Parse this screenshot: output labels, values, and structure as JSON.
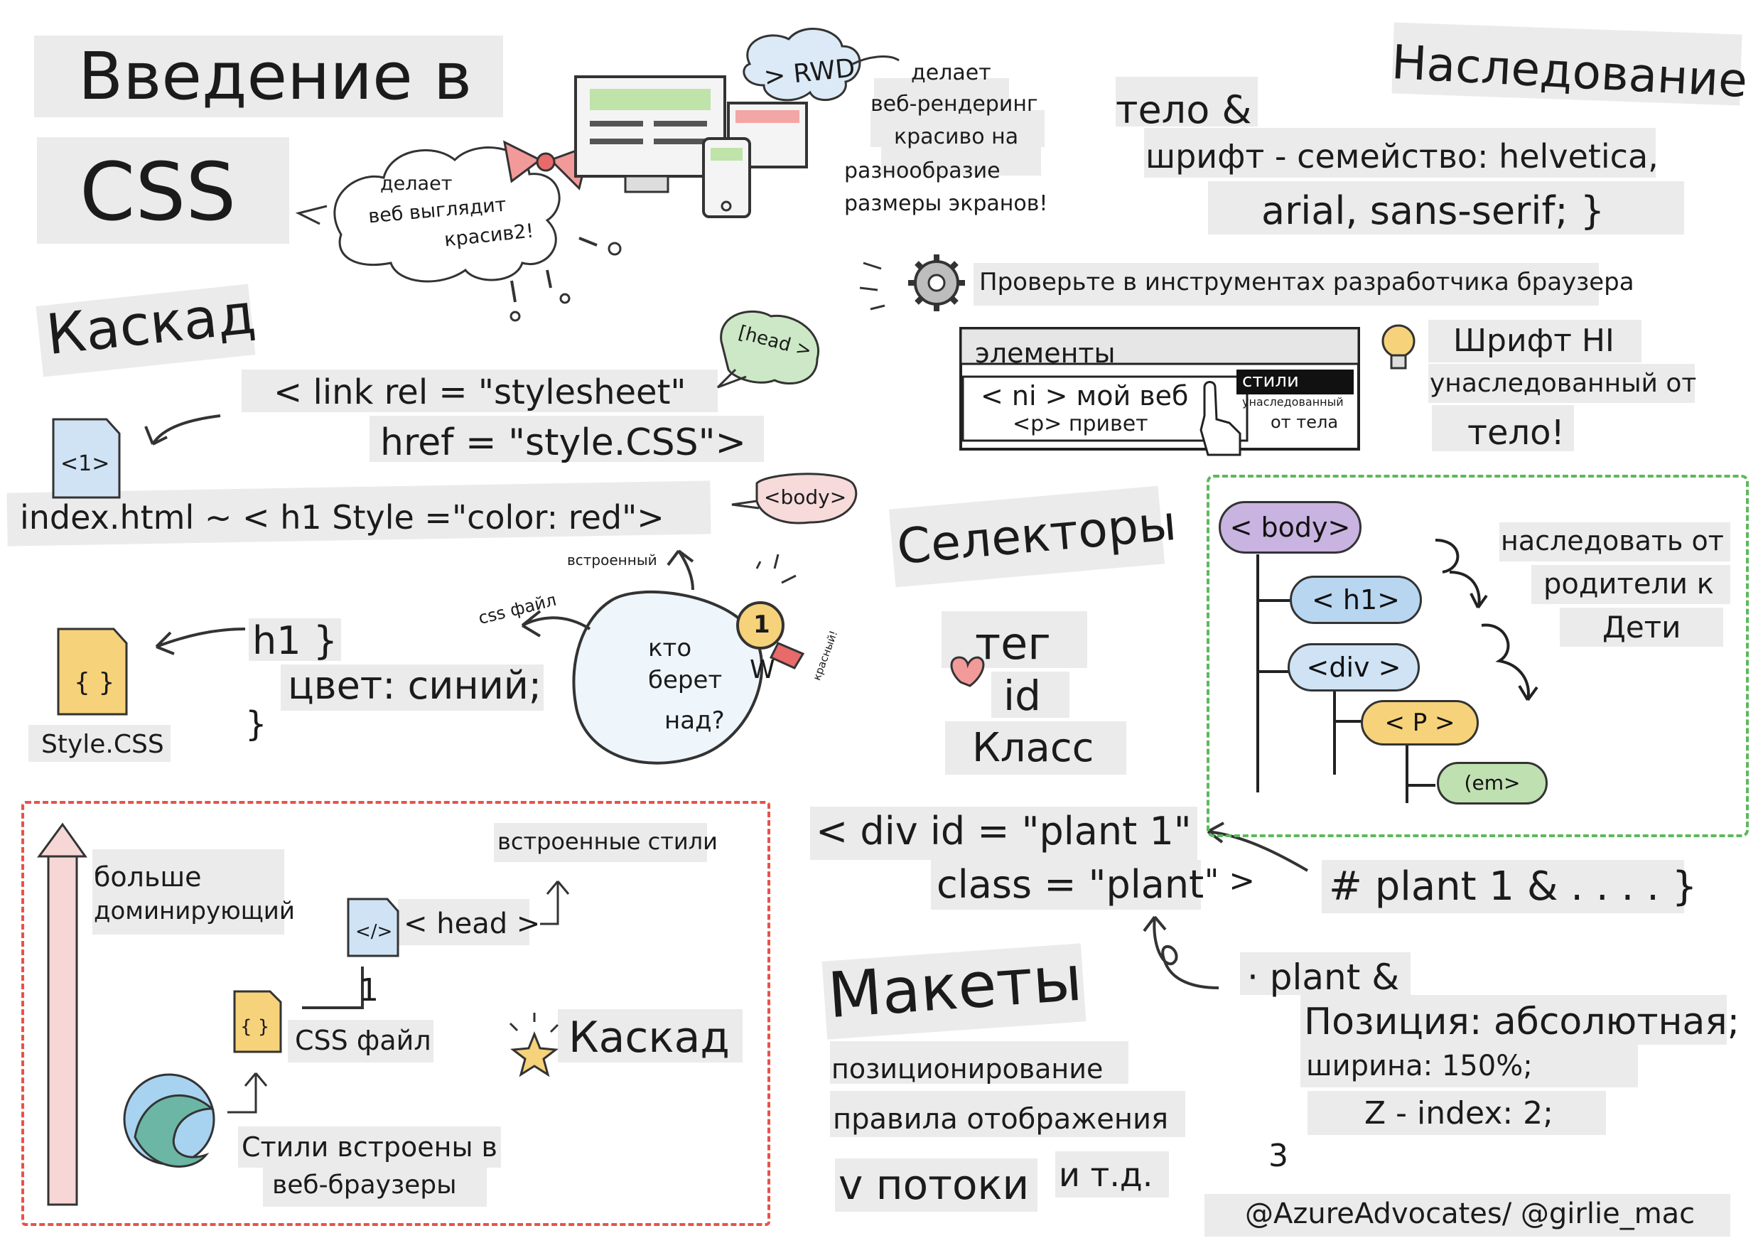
{
  "title": {
    "line1": "Введение в",
    "line2": "CSS"
  },
  "bubble_pretty": {
    "text1": "делает",
    "text2": "веб выглядит",
    "text3": "красив2!"
  },
  "rwd": {
    "tag": "> RWD",
    "line1": "делает",
    "line2": "веб-рендеринг",
    "line3": "красиво на",
    "line4": "разнообразие",
    "line5": "размеры экранов!"
  },
  "body_font": {
    "line1": "тело &",
    "line2": "шрифт - семейство: helvetica,",
    "line3": "arial, sans-serif; }"
  },
  "inheritance": {
    "title": "Наследование"
  },
  "devtools": {
    "caption": "Проверьте в инструментах разработчика браузера",
    "panel_label": "элементы",
    "line1": "< ni > мой веб",
    "line2": "<p> привет",
    "styles_label": "стили",
    "inherited": "унаследованный",
    "from_body": "от тела"
  },
  "font_note": {
    "line1": "Шрифт HI",
    "line2": "унаследованный от",
    "line3": "тело!"
  },
  "cascade": {
    "title": "Каскад",
    "link_line1": "< link rel = \"stylesheet\"",
    "link_line2": "href = \"style.CSS\">",
    "head_bubble": "[head >",
    "file1_label": "<1>",
    "inline_line": "index.html ~ < h1 Style =\"color: red\">",
    "body_bubble": "<body>",
    "inline_label": "встроенный",
    "css_file_label": "css файл",
    "who_wins1": "кто",
    "who_wins2": "берет",
    "who_wins3": "над?",
    "winner_w": "W",
    "red_label": "красный!",
    "medal_num": "1",
    "css_rule_line1": "h1 }",
    "css_rule_line2": "цвет: синий;",
    "css_rule_line3": "}",
    "style_css_label": "Style.CSS",
    "braces_icon": "{ }"
  },
  "specificity_box": {
    "more_dominant1": "больше",
    "more_dominant2": "доминирующий",
    "inline_styles": "встроенные стили",
    "head_label": "< head >",
    "one": "1",
    "css_file": "CSS файл",
    "cascade_label": "Каскад",
    "browser_styles1": "Стили встроены в",
    "browser_styles2": "веб-браузеры",
    "code_icon": "</>",
    "braces_icon": "{ }"
  },
  "selectors": {
    "title": "Селекторы",
    "tag": "тег",
    "id": "id",
    "class": "Класс"
  },
  "tree": {
    "body": "< body>",
    "h1": "< h1>",
    "div": "<div >",
    "p": "< P >",
    "em": "(em>",
    "note1": "наследовать от",
    "note2": "родители к",
    "note3": "Дети"
  },
  "div_example": {
    "line1": "< div id = \"plant 1\"",
    "line2": "class = \"plant",
    "line2_end": "\" >"
  },
  "id_rule": "# plant 1 & . . . . }",
  "layouts": {
    "title": "Макеты",
    "item1": "позиционирование",
    "item2": "правила отображения",
    "item3": "v потоки",
    "item4": "и т.д."
  },
  "class_rule": {
    "line1": "· plant &",
    "line2": "Позиция: абсолютная;",
    "line3": "ширина: 150%;",
    "line4": "Z - index: 2;",
    "line5": "3"
  },
  "credit": "@AzureAdvocates/ @girlie_mac",
  "colors": {
    "red_box": "#e8524a",
    "green_box": "#5cb85c",
    "body_pill": "#c9b3e0",
    "h1_pill": "#b9d6f0",
    "div_pill": "#cfe3f5",
    "p_pill": "#f6d27a",
    "em_pill": "#bfe0b0",
    "highlight": "#ebebeb"
  }
}
